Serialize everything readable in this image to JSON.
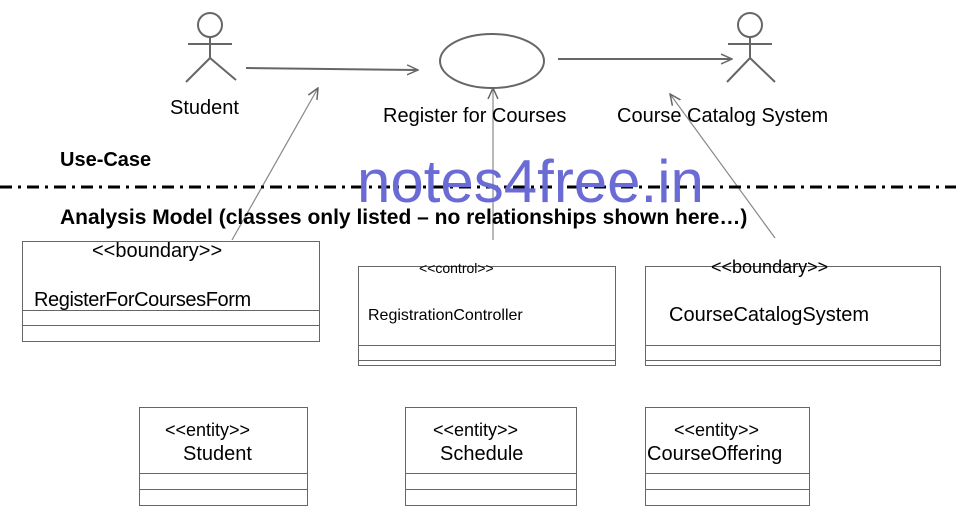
{
  "actors": {
    "student": "Student",
    "catalog": "Course Catalog System"
  },
  "use_case": {
    "name": "Register for Courses"
  },
  "labels": {
    "use_case_section": "Use-Case",
    "analysis_section": "Analysis Model (classes only listed – no relationships shown here…)"
  },
  "classes": {
    "form": {
      "stereotype": "<<boundary>>",
      "name": "RegisterForCoursesForm"
    },
    "controller": {
      "stereotype": "<<control>>",
      "name": "RegistrationController"
    },
    "catalog": {
      "stereotype": "<<boundary>>",
      "name": "CourseCatalogSystem"
    },
    "student": {
      "stereotype": "<<entity>>",
      "name": "Student"
    },
    "schedule": {
      "stereotype": "<<entity>>",
      "name": "Schedule"
    },
    "offering": {
      "stereotype": "<<entity>>",
      "name": "CourseOffering"
    }
  },
  "watermark": "notes4free.in",
  "colors": {
    "line": "#666666",
    "text": "#000000",
    "watermark": "#6b6bd6",
    "separator": "#000000"
  }
}
